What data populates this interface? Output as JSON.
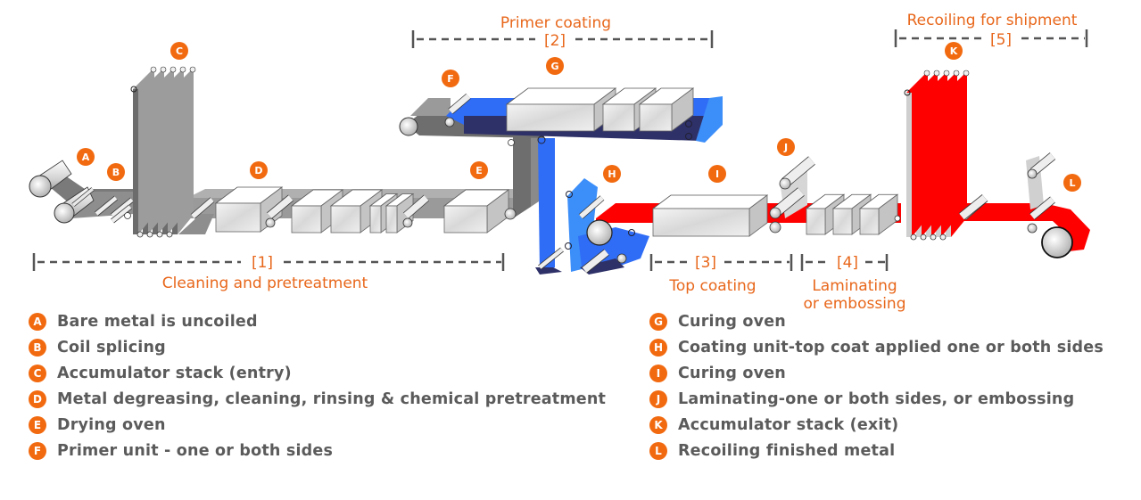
{
  "title": "Coil coating process line",
  "colors": {
    "accent": "#f26a10",
    "label_text": "#e8671b",
    "legend_text": "#5b5b5b",
    "bare_metal": "#8c8c8c",
    "primer": "#2f6df6",
    "primer_dark": "#2e3068",
    "top_coat": "#ff0000",
    "bracket": "#555555"
  },
  "sections": [
    {
      "number": "[1]",
      "label": "Cleaning and pretreatment"
    },
    {
      "number": "[2]",
      "label": "Primer coating"
    },
    {
      "number": "[3]",
      "label": "Top coating"
    },
    {
      "number": "[4]",
      "label_line1": "Laminating",
      "label_line2": "or embossing"
    },
    {
      "number": "[5]",
      "label": "Recoiling for shipment"
    }
  ],
  "stations": [
    {
      "letter": "A",
      "description": "Bare metal is uncoiled"
    },
    {
      "letter": "B",
      "description": "Coil splicing"
    },
    {
      "letter": "C",
      "description": "Accumulator stack (entry)"
    },
    {
      "letter": "D",
      "description": "Metal degreasing, cleaning, rinsing & chemical pretreatment"
    },
    {
      "letter": "E",
      "description": "Drying oven"
    },
    {
      "letter": "F",
      "description": "Primer unit - one or both sides"
    },
    {
      "letter": "G",
      "description": "Curing oven"
    },
    {
      "letter": "H",
      "description": "Coating unit-top coat applied one or both sides"
    },
    {
      "letter": "I",
      "description": "Curing oven"
    },
    {
      "letter": "J",
      "description": "Laminating-one or both sides, or embossing"
    },
    {
      "letter": "K",
      "description": "Accumulator stack (exit)"
    },
    {
      "letter": "L",
      "description": "Recoiling finished metal"
    }
  ]
}
